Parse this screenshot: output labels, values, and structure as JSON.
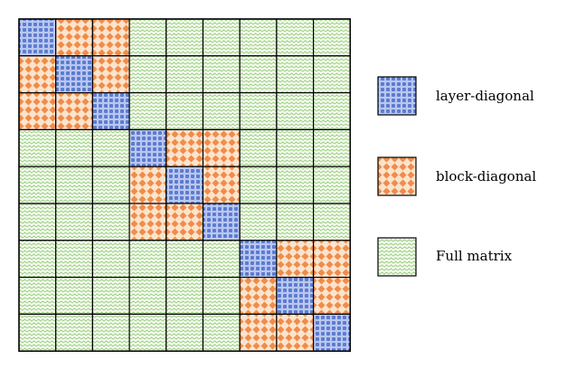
{
  "matrix": {
    "size": 9,
    "block_size": 3,
    "cell_types": {
      "diagonal": "layer-diagonal",
      "in_block": "block-diagonal",
      "outside": "full-matrix"
    }
  },
  "legend": {
    "items": [
      {
        "key": "layer-diagonal",
        "label": "layer-diagonal"
      },
      {
        "key": "block-diagonal",
        "label": "block-diagonal"
      },
      {
        "key": "full-matrix",
        "label": "Full matrix"
      }
    ]
  },
  "colors": {
    "layer_diagonal_fill": "#b9c7ef",
    "layer_diagonal_pattern": "#5d7bd1",
    "block_diagonal_fill": "#fbe3cc",
    "block_diagonal_pattern": "#f08c4a",
    "full_matrix_fill": "#f4faee",
    "full_matrix_pattern": "#9ccf84",
    "grid_line": "#000000"
  }
}
